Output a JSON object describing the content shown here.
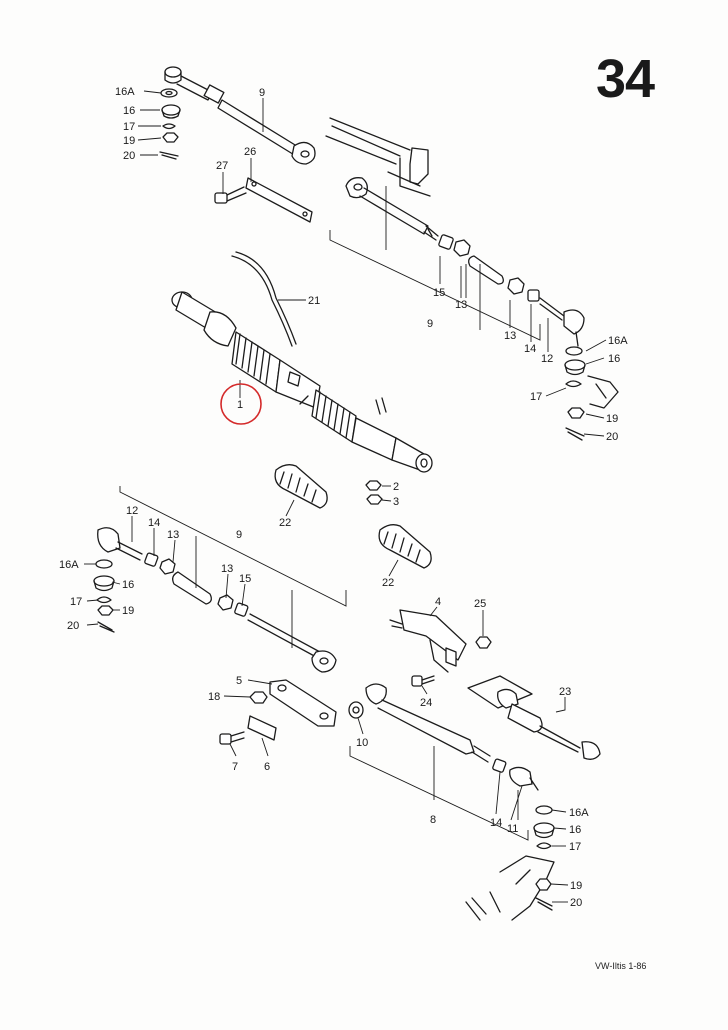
{
  "page": {
    "page_number": "34",
    "footer": "VW-Iltis 1-86"
  },
  "highlight": {
    "label": "1",
    "color": "#d42a2a"
  },
  "callouts": {
    "c16A_a": "16A",
    "c16_a": "16",
    "c17_a": "17",
    "c19_a": "19",
    "c20_a": "20",
    "c9_a": "9",
    "c27": "27",
    "c26": "26",
    "c21": "21",
    "c15_a": "15",
    "c13_a": "13",
    "c9_b": "9",
    "c13_b": "13",
    "c14_a": "14",
    "c12_a": "12",
    "c16A_b": "16A",
    "c16_b": "16",
    "c17_b": "17",
    "c19_b": "19",
    "c20_b": "20",
    "c2": "2",
    "c3": "3",
    "c22_a": "22",
    "c22_b": "22",
    "c12_b": "12",
    "c14_b": "14",
    "c13_c": "13",
    "c9_c": "9",
    "c16A_c": "16A",
    "c16_c": "16",
    "c17_c": "17",
    "c19_c": "19",
    "c20_c": "20",
    "c13_d": "13",
    "c15_b": "15",
    "c4": "4",
    "c25": "25",
    "c5": "5",
    "c18": "18",
    "c24": "24",
    "c23": "23",
    "c7": "7",
    "c6": "6",
    "c10": "10",
    "c8": "8",
    "c14_c": "14",
    "c11": "11",
    "c16A_d": "16A",
    "c16_d": "16",
    "c17_d": "17",
    "c19_d": "19",
    "c20_d": "20"
  }
}
